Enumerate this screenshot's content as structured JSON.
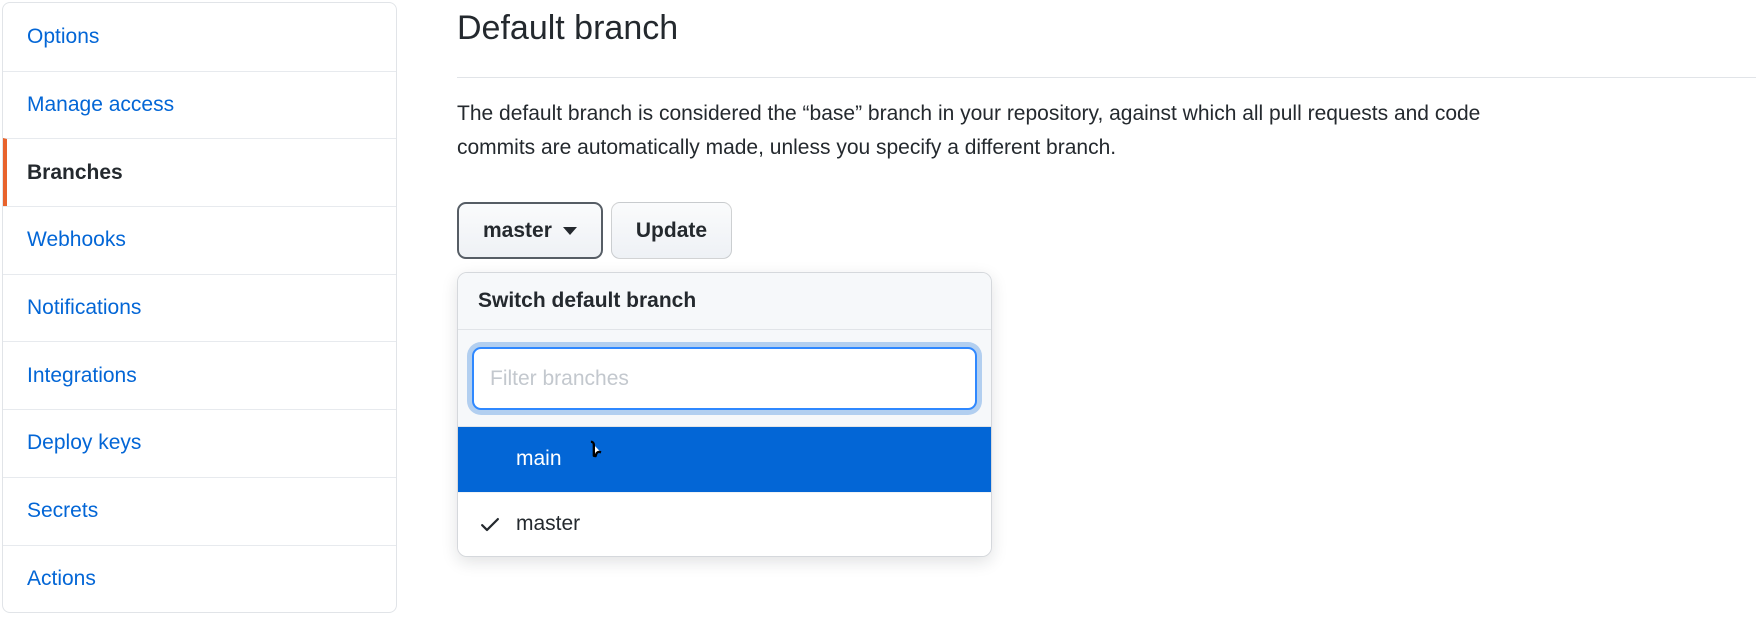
{
  "sidebar": {
    "items": [
      {
        "label": "Options",
        "active": false
      },
      {
        "label": "Manage access",
        "active": false
      },
      {
        "label": "Branches",
        "active": true
      },
      {
        "label": "Webhooks",
        "active": false
      },
      {
        "label": "Notifications",
        "active": false
      },
      {
        "label": "Integrations",
        "active": false
      },
      {
        "label": "Deploy keys",
        "active": false
      },
      {
        "label": "Secrets",
        "active": false
      },
      {
        "label": "Actions",
        "active": false
      }
    ]
  },
  "main": {
    "title": "Default branch",
    "description_line1": "The default branch is considered the “base” branch in your repository, against which all pull requests and code",
    "description_line2": "commits are automatically made, unless you specify a different branch.",
    "branch_select_label": "master",
    "update_button_label": "Update"
  },
  "dropdown": {
    "header": "Switch default branch",
    "filter_placeholder": "Filter branches",
    "filter_value": "",
    "items": [
      {
        "label": "main",
        "highlighted": true,
        "checked": false
      },
      {
        "label": "master",
        "highlighted": false,
        "checked": true
      }
    ]
  },
  "icons": {
    "chevron_down": "chevron-down-icon",
    "check": "check-icon",
    "cursor": "cursor-pointer-icon"
  },
  "colors": {
    "link_blue": "#0366d6",
    "selected_row_blue": "#0366d6",
    "active_nav_orange": "#e8632c",
    "focus_border_blue": "#2f88ff",
    "divider_gray": "#e1e4e8",
    "panel_header_bg": "#f6f8fa",
    "text_dark": "#24292e"
  }
}
